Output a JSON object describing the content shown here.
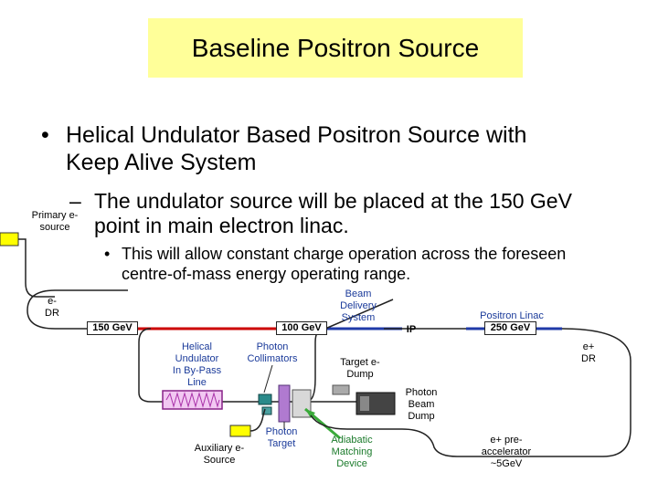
{
  "slide": {
    "title": "Baseline Positron Source",
    "bullet1_dot": "•",
    "bullet1_line1": "Helical Undulator Based Positron Source with",
    "bullet1_line2": "Keep Alive System",
    "sub_dash": "–",
    "sub_line1": "The undulator source will be placed at the 150 GeV",
    "sub_line2": "point in main electron linac.",
    "subsub_dot": "•",
    "subsub_line1": "This will allow constant charge operation across the foreseen",
    "subsub_line2": "centre-of-mass energy operating range."
  },
  "diagram": {
    "primary_source": [
      "Primary e-",
      "source"
    ],
    "e_dr": [
      "e-",
      "DR"
    ],
    "beam_delivery": [
      "Beam",
      "Delivery",
      "System"
    ],
    "positron_linac": "Positron Linac",
    "ip": "IP",
    "gev150": "150 GeV",
    "gev100": "100 GeV",
    "gev250": "250 GeV",
    "helical_undulator": [
      "Helical",
      "Undulator",
      "In By-Pass",
      "Line"
    ],
    "photon_collimators": [
      "Photon",
      "Collimators"
    ],
    "target_dump": [
      "Target e-",
      "Dump"
    ],
    "eplus_dr": [
      "e+",
      "DR"
    ],
    "photon_beam_dump": [
      "Photon",
      "Beam",
      "Dump"
    ],
    "auxiliary_source": [
      "Auxiliary e-",
      "Source"
    ],
    "photon_target": [
      "Photon",
      "Target"
    ],
    "adiabatic": [
      "Adiabatic",
      "Matching",
      "Device"
    ],
    "preaccelerator": [
      "e+ pre-",
      "accelerator",
      "~5GeV"
    ],
    "colors": {
      "title_bg": "#ffff99",
      "linac_red": "#cc0000",
      "linac_blue": "#1f3aa8",
      "undulator_magenta": "#cc66cc",
      "source_yellow": "#ffff00",
      "collimator_teal": "#2a8a8a",
      "target_purple": "#b07ad0",
      "arrow_green": "#3aaa3a"
    }
  }
}
